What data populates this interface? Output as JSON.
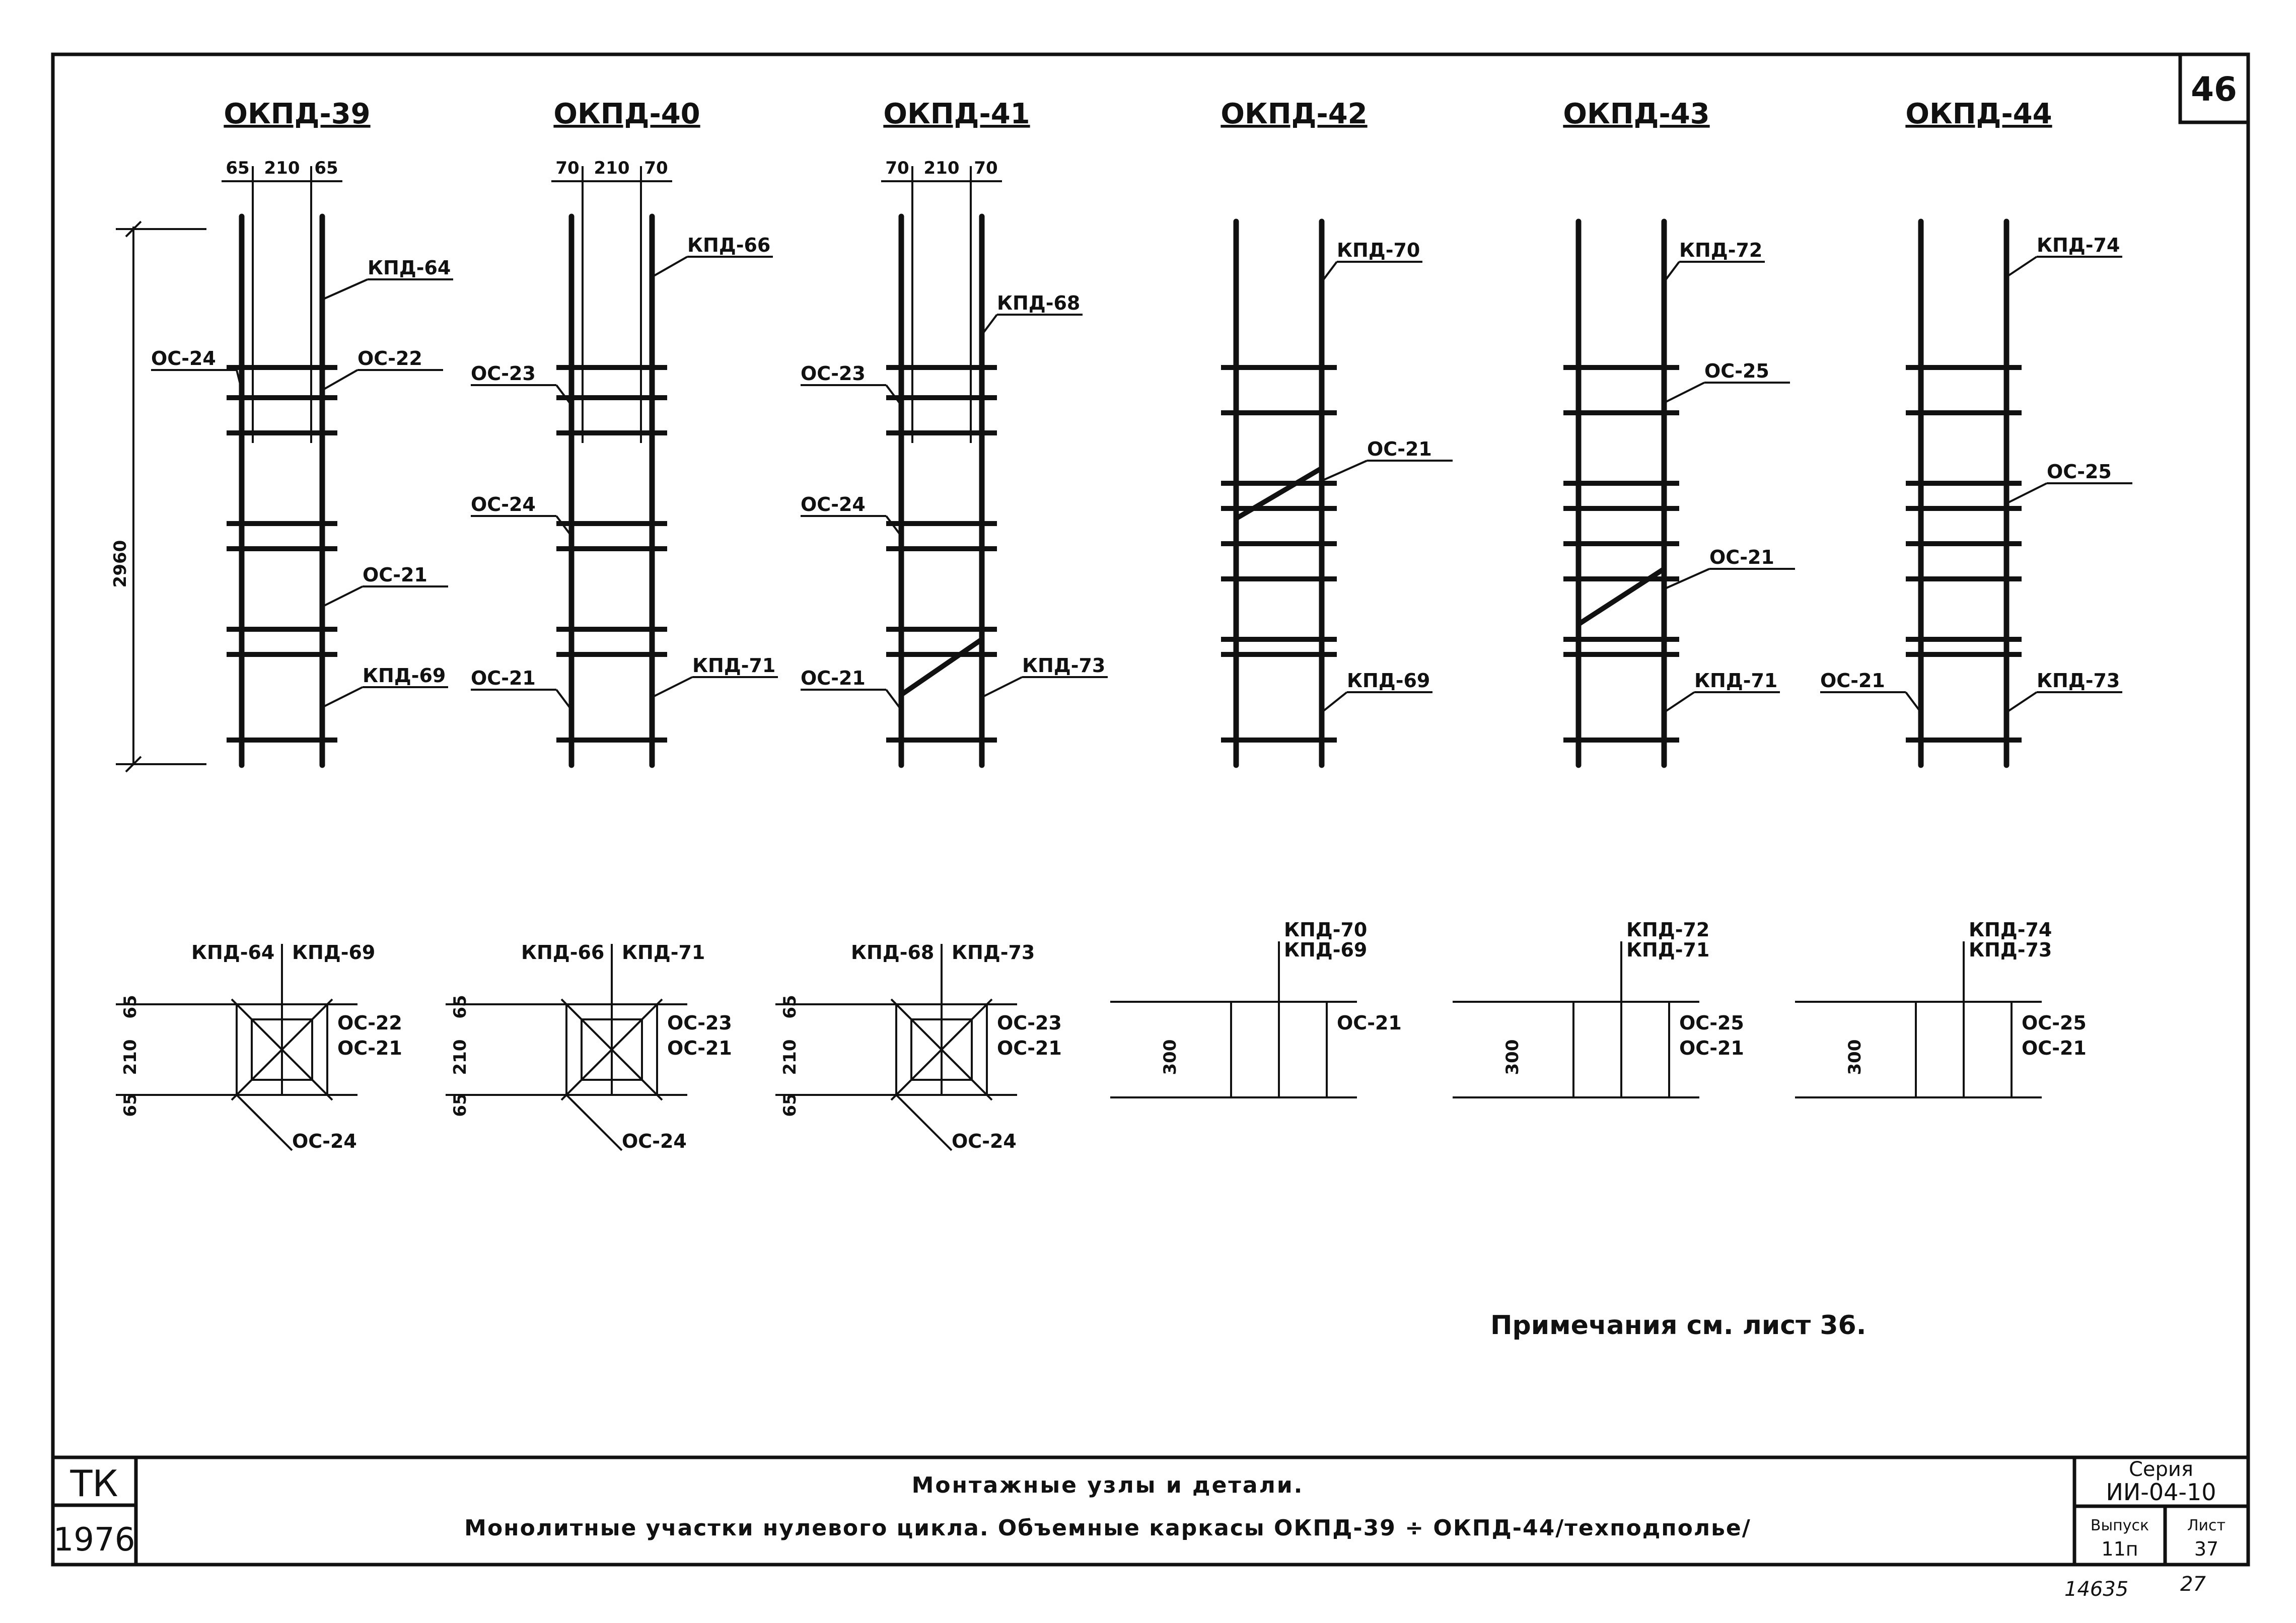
{
  "sheet": {
    "sheet_badge": "46",
    "note": "Примечания см. лист 36.",
    "title_line1": "Монтажные узлы и детали.",
    "title_line2": "Монолитные участки нулевого цикла. Объемные каркасы ОКПД-39 ÷ ОКПД-44/техподполье/",
    "stamp_tk": "ТК",
    "stamp_year": "1976",
    "series_label": "Серия",
    "series_value": "ИИ-04-10",
    "issue_label": "Выпуск",
    "issue_value": "11п",
    "sheet_label": "Лист",
    "sheet_value": "37",
    "inventory": "14635",
    "inventory2": "27"
  },
  "frames": [
    {
      "title": "ОКПД-39",
      "dims": [
        "65",
        "210",
        "65"
      ],
      "height_dim": "2960",
      "elev_labels": [
        "КПД-64",
        "ОС-24",
        "ОС-22",
        "ОС-21",
        "КПД-69"
      ],
      "plan_top": [
        "КПД-64",
        "КПД-69"
      ],
      "plan_left": [
        "65",
        "210",
        "65"
      ],
      "plan_right": [
        "ОС-22",
        "ОС-21"
      ],
      "plan_bottom": "ОС-24"
    },
    {
      "title": "ОКПД-40",
      "dims": [
        "70",
        "210",
        "70"
      ],
      "elev_labels": [
        "КПД-66",
        "ОС-23",
        "ОС-24",
        "ОС-21",
        "КПД-71"
      ],
      "plan_top": [
        "КПД-66",
        "КПД-71"
      ],
      "plan_left": [
        "65",
        "210",
        "65"
      ],
      "plan_right": [
        "ОС-23",
        "ОС-21"
      ],
      "plan_bottom": "ОС-24"
    },
    {
      "title": "ОКПД-41",
      "dims": [
        "70",
        "210",
        "70"
      ],
      "elev_labels": [
        "КПД-68",
        "ОС-23",
        "ОС-24",
        "ОС-21",
        "КПД-73"
      ],
      "plan_top": [
        "КПД-68",
        "КПД-73"
      ],
      "plan_left": [
        "65",
        "210",
        "65"
      ],
      "plan_right": [
        "ОС-23",
        "ОС-21"
      ],
      "plan_bottom": "ОС-24"
    },
    {
      "title": "ОКПД-42",
      "elev_labels": [
        "КПД-70",
        "ОС-21",
        "КПД-69"
      ],
      "plan_top": [
        "КПД-70",
        "КПД-69"
      ],
      "plan_left": [
        "300"
      ],
      "plan_right": [
        "ОС-21"
      ]
    },
    {
      "title": "ОКПД-43",
      "elev_labels": [
        "КПД-72",
        "ОС-25",
        "ОС-21",
        "КПД-71"
      ],
      "plan_top": [
        "КПД-72",
        "КПД-71"
      ],
      "plan_left": [
        "300"
      ],
      "plan_right": [
        "ОС-25",
        "ОС-21"
      ]
    },
    {
      "title": "ОКПД-44",
      "elev_labels": [
        "КПД-74",
        "ОС-25",
        "ОС-21",
        "КПД-73"
      ],
      "plan_top": [
        "КПД-74",
        "КПД-73"
      ],
      "plan_left": [
        "300"
      ],
      "plan_right": [
        "ОС-25",
        "ОС-21"
      ]
    }
  ]
}
